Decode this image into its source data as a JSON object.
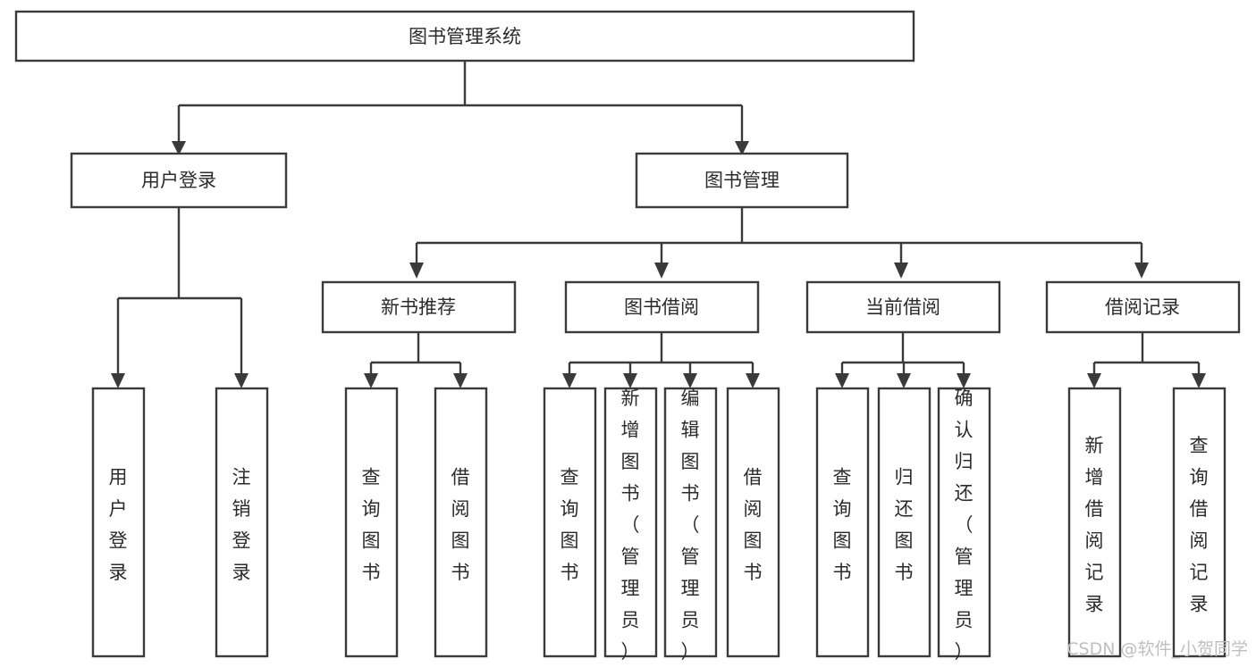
{
  "diagram": {
    "type": "tree-hierarchy-chart",
    "title": "图书管理系统",
    "orientation": "top-down",
    "colors": {
      "box_fill": "#ffffff",
      "box_stroke": "#3a3a3a",
      "text": "#2b2b2b",
      "background": "#ffffff",
      "watermark": "#bfbfbf"
    },
    "root": {
      "label": "图书管理系统",
      "text_mode": "horizontal"
    },
    "level1": [
      {
        "label": "用户登录",
        "text_mode": "horizontal"
      },
      {
        "label": "图书管理",
        "text_mode": "horizontal"
      }
    ],
    "level2": [
      {
        "label": "新书推荐",
        "text_mode": "horizontal"
      },
      {
        "label": "图书借阅",
        "text_mode": "horizontal"
      },
      {
        "label": "当前借阅",
        "text_mode": "horizontal"
      },
      {
        "label": "借阅记录",
        "text_mode": "horizontal"
      }
    ],
    "leaves": {
      "user_login": [
        {
          "label": "用户登录",
          "text_mode": "vertical"
        },
        {
          "label": "注销登录",
          "text_mode": "vertical"
        }
      ],
      "new_book_recommend": [
        {
          "label": "查询图书",
          "text_mode": "vertical"
        },
        {
          "label": "借阅图书",
          "text_mode": "vertical"
        }
      ],
      "book_borrow": [
        {
          "label": "查询图书",
          "text_mode": "vertical"
        },
        {
          "label": "新增图书（管理员）",
          "text_mode": "vertical"
        },
        {
          "label": "编辑图书（管理员）",
          "text_mode": "vertical"
        },
        {
          "label": "借阅图书",
          "text_mode": "vertical"
        }
      ],
      "current_borrow": [
        {
          "label": "查询图书",
          "text_mode": "vertical"
        },
        {
          "label": "归还图书",
          "text_mode": "vertical"
        },
        {
          "label": "确认归还（管理员）",
          "text_mode": "vertical"
        }
      ],
      "borrow_record": [
        {
          "label": "新增借阅记录",
          "text_mode": "vertical"
        },
        {
          "label": "查询借阅记录",
          "text_mode": "vertical"
        }
      ]
    }
  },
  "watermark": {
    "text": "CSDN @软件_小贺同学"
  }
}
